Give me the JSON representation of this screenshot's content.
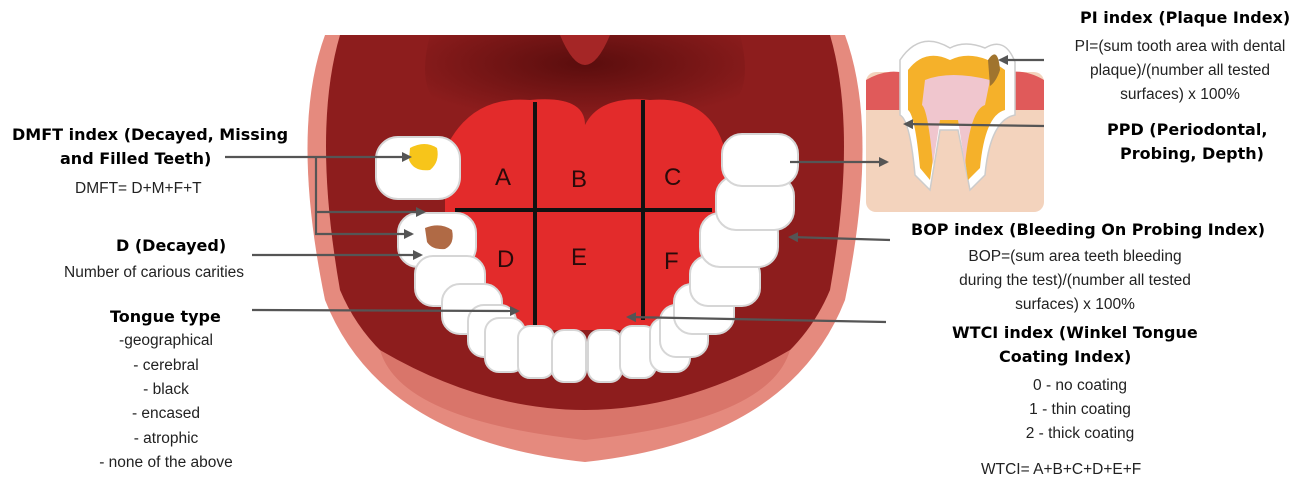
{
  "dmft": {
    "title_line1": "DMFT index (Decayed, Missing",
    "title_line2": "and Filled Teeth)",
    "formula": "DMFT= D+M+F+T"
  },
  "decayed": {
    "title": "D (Decayed)",
    "desc": "Number of carious carities"
  },
  "tongue_type": {
    "title": "Tongue type",
    "items": [
      "-geographical",
      "- cerebral",
      "- black",
      "- encased",
      "- atrophic",
      "- none of the above"
    ]
  },
  "tongue_zones": [
    "A",
    "B",
    "C",
    "D",
    "E",
    "F"
  ],
  "pi": {
    "title": "PI index (Plaque Index)",
    "line1": "PI=(sum tooth area with dental",
    "line2": "plaque)/(number all tested",
    "line3": "surfaces) x 100%"
  },
  "ppd": {
    "title_line1": "PPD (Periodontal,",
    "title_line2": "Probing, Depth)"
  },
  "bop": {
    "title": "BOP index (Bleeding On Probing Index)",
    "line1": "BOP=(sum area teeth bleeding",
    "line2": "during the test)/(number all tested",
    "line3": "surfaces) x 100%"
  },
  "wtci": {
    "title_line1": "WTCI index (Winkel Tongue",
    "title_line2": "Coating Index)",
    "levels": [
      "0 - no coating",
      "1 - thin coating",
      "2 - thick coating"
    ],
    "formula": "WTCI= A+B+C+D+E+F"
  },
  "colors": {
    "lip": "#e58a7e",
    "mouth_dark": "#7a1616",
    "tongue": "#e32b2b",
    "tooth": "#ffffff",
    "filling": "#f7c51a",
    "caries": "#b06a45",
    "arrow": "#555555"
  }
}
